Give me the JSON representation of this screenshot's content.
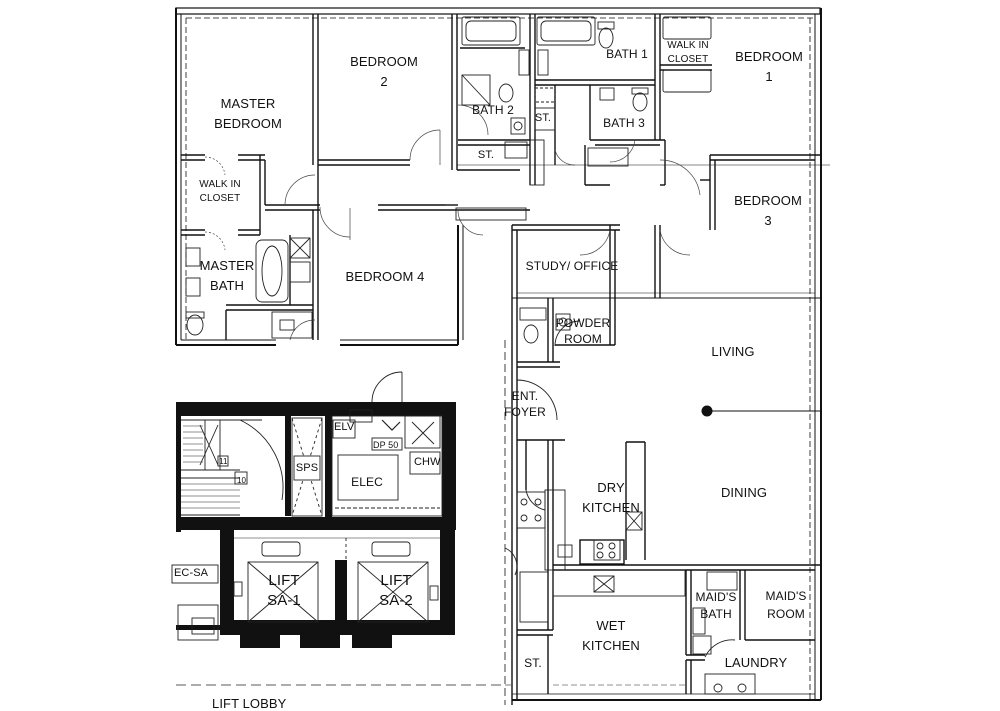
{
  "rooms": {
    "master_bedroom": [
      "MASTER",
      "BEDROOM"
    ],
    "bedroom_2": [
      "BEDROOM",
      "2"
    ],
    "bath_1": "BATH 1",
    "walk_in_closet_1": [
      "WALK IN",
      "CLOSET"
    ],
    "bedroom_1": [
      "BEDROOM",
      "1"
    ],
    "bath_2": "BATH 2",
    "st_upper_1": "ST.",
    "bath_3": "BATH 3",
    "st_upper_2": "ST.",
    "walk_in_closet_master": [
      "WALK IN",
      "CLOSET"
    ],
    "bedroom_3": [
      "BEDROOM",
      "3"
    ],
    "master_bath": [
      "MASTER",
      "BATH"
    ],
    "bedroom_4": "BEDROOM 4",
    "study_office": "STUDY/ OFFICE",
    "powder_room": [
      "POWDER",
      "ROOM"
    ],
    "living": "LIVING",
    "ent_foyer": [
      "ENT.",
      "FOYER"
    ],
    "dry_kitchen": [
      "DRY",
      "KITCHEN"
    ],
    "dining": "DINING",
    "maids_bath": [
      "MAID'S",
      "BATH"
    ],
    "maids_room": [
      "MAID'S",
      "ROOM"
    ],
    "wet_kitchen": [
      "WET",
      "KITCHEN"
    ],
    "st_lower": "ST.",
    "laundry": "LAUNDRY",
    "lift_sa1": [
      "LIFT",
      "SA-1"
    ],
    "lift_sa2": [
      "LIFT",
      "SA-2"
    ],
    "elec": "ELEC",
    "sps": "SPS",
    "elv": "ELV",
    "chw": "CHW",
    "dp50": "DP 50",
    "ec_sa": "EC-SA",
    "lift_lobby": "LIFT LOBBY",
    "stair_10": "10",
    "stair_11": "11"
  }
}
